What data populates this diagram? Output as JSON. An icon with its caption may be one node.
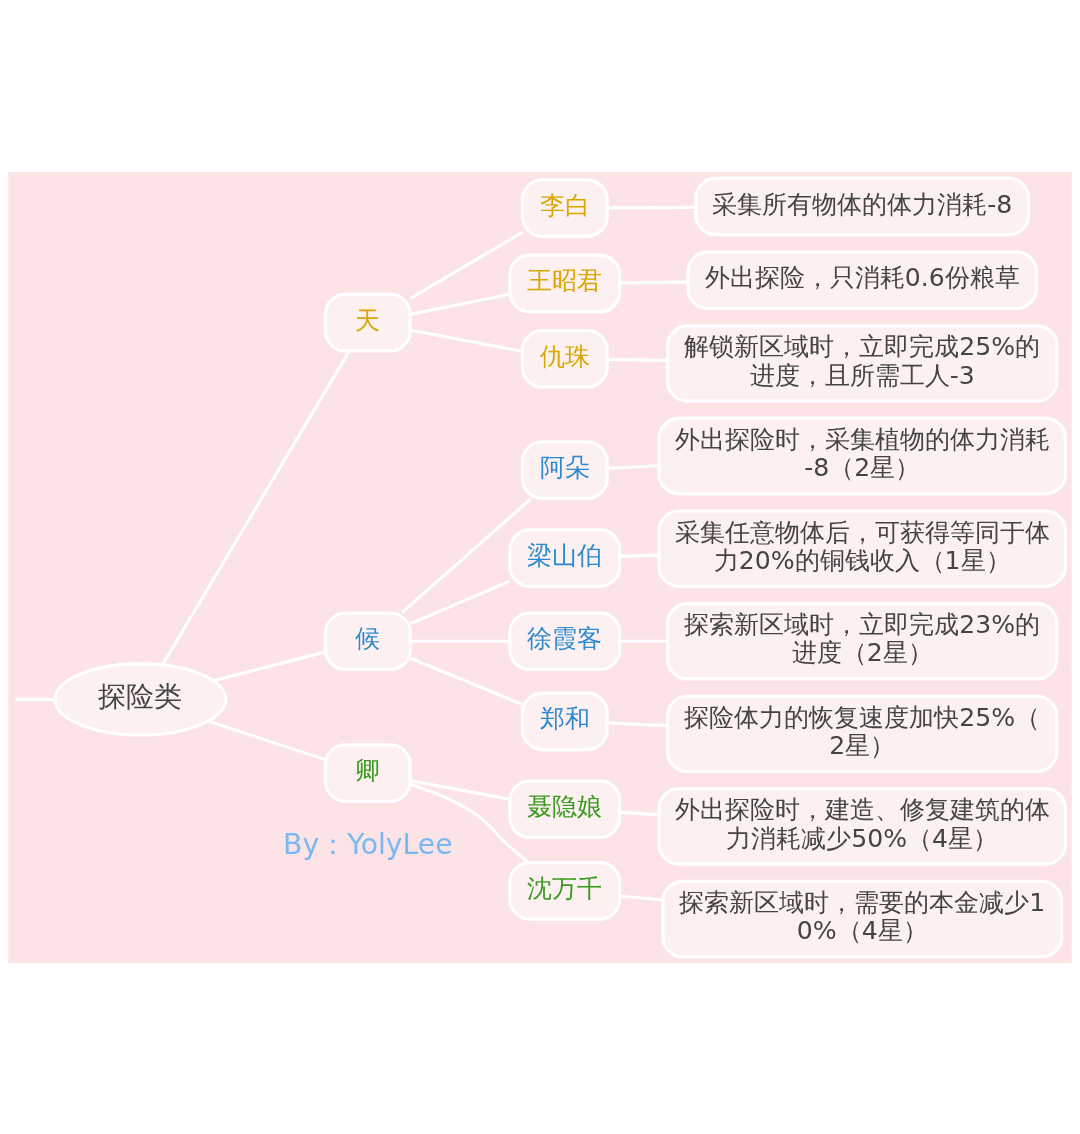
{
  "diagram": {
    "nodes": [
      {
        "text": [
          "探险类"
        ]
      },
      {
        "text": [
          "天"
        ]
      },
      {
        "text": [
          "李白"
        ]
      },
      {
        "text": [
          "采集所有物体的体力消耗-8"
        ]
      },
      {
        "text": [
          "王昭君"
        ]
      },
      {
        "text": [
          "外出探险，只消耗0.6份粮草"
        ]
      },
      {
        "text": [
          "仇珠"
        ]
      },
      {
        "text": [
          "解锁新区域时，立即完成25%的进度，且所需工人-3"
        ]
      },
      {
        "text": [
          "候"
        ]
      },
      {
        "text": [
          "阿朵"
        ]
      },
      {
        "text": [
          "外出探险时，采集植物的体力消耗-8（2星）"
        ]
      },
      {
        "text": [
          "梁山伯"
        ]
      },
      {
        "text": [
          "采集任意物体后，可获得等同于体力20%的铜钱收入（1星）"
        ]
      },
      {
        "text": [
          "徐霞客"
        ]
      },
      {
        "text": [
          "探索新区域时，立即完成23%的进度（2星）"
        ]
      },
      {
        "text": [
          "郑和"
        ]
      },
      {
        "text": [
          "探险体力的恢复速度加快25%（2星）"
        ]
      },
      {
        "text": [
          "卿"
        ]
      },
      {
        "text": [
          "聂隐娘"
        ]
      },
      {
        "text": [
          "外出探险时，建造、修复建筑的体力消耗减少50%（4星）"
        ]
      },
      {
        "text": [
          "沈万千"
        ]
      },
      {
        "text": [
          "探索新区域时，需要的本金减少10%（4星）"
        ]
      }
    ],
    "edges": [
      {
        "from": null,
        "to": 0,
        "arrow": "none"
      },
      {
        "from": 0,
        "to": 1,
        "arrow": "none"
      },
      {
        "from": 1,
        "to": 2,
        "arrow": "none"
      },
      {
        "from": 2,
        "to": 3,
        "arrow": "none"
      },
      {
        "from": 1,
        "to": 4,
        "arrow": "none"
      },
      {
        "from": 4,
        "to": 5,
        "arrow": "none"
      },
      {
        "from": 1,
        "to": 6,
        "arrow": "none"
      },
      {
        "from": 6,
        "to": 7,
        "arrow": "none"
      },
      {
        "from": 0,
        "to": 8,
        "arrow": "none"
      },
      {
        "from": 8,
        "to": 9,
        "arrow": "none"
      },
      {
        "from": 9,
        "to": 10,
        "arrow": "none"
      },
      {
        "from": 8,
        "to": 11,
        "arrow": "none"
      },
      {
        "from": 11,
        "to": 12,
        "arrow": "none"
      },
      {
        "from": 8,
        "to": 13,
        "arrow": "none"
      },
      {
        "from": 13,
        "to": 14,
        "arrow": "none"
      },
      {
        "from": 8,
        "to": 15,
        "arrow": "none"
      },
      {
        "from": 15,
        "to": 16,
        "arrow": "none"
      },
      {
        "from": 0,
        "to": 17,
        "arrow": "none"
      },
      {
        "from": 17,
        "to": 18,
        "arrow": "none"
      },
      {
        "from": 18,
        "to": 19,
        "arrow": "none"
      },
      {
        "from": 17,
        "to": 20,
        "arrow": "none"
      },
      {
        "from": 20,
        "to": 21,
        "arrow": "none"
      }
    ],
    "labels": [
      "By：YolyLee"
    ]
  }
}
